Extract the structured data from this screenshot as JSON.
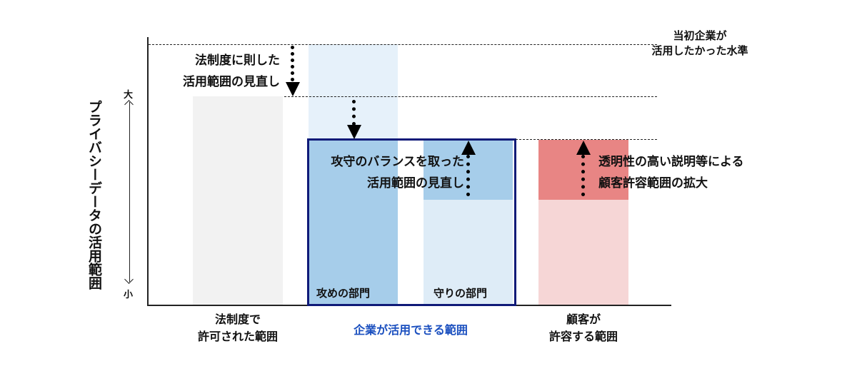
{
  "y_axis": {
    "label": "プライバシーデータの活用範囲",
    "top": "大",
    "bottom": "小"
  },
  "levels": {
    "initial": {
      "label_line1": "当初企業が",
      "label_line2": "活用したかった水準"
    }
  },
  "annotations": {
    "legal_review": {
      "line1": "法制度に則した",
      "line2": "活用範囲の見直し"
    },
    "balance_review": {
      "line1": "攻守のバランスを取った",
      "line2": "活用範囲の見直し"
    },
    "customer_expansion": {
      "line1": "透明性の高い説明等による",
      "line2": "顧客許容範囲の拡大"
    }
  },
  "bars": {
    "offense": {
      "label": "攻めの部門"
    },
    "defense": {
      "label": "守りの部門"
    }
  },
  "categories": {
    "legal": {
      "line1": "法制度で",
      "line2": "許可された範囲"
    },
    "company": {
      "label": "企業が活用できる範囲"
    },
    "customer": {
      "line1": "顧客が",
      "line2": "許容する範囲"
    }
  },
  "colors": {
    "gray_bar": "#f2f2f2",
    "light_blue": "#e6f1fa",
    "blue": "#a6cdea",
    "pale_blue": "#deecf7",
    "navy": "#0f1a78",
    "red": "#e88584",
    "pale_red": "#f6d6d6",
    "company_label": "#1a4fbf"
  }
}
